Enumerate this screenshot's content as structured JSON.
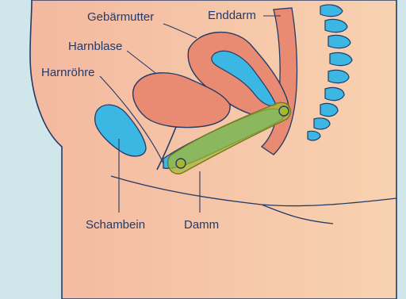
{
  "labels": {
    "uterus": "Gebärmutter",
    "rectum": "Enddarm",
    "bladder": "Harnblase",
    "urethra": "Harnröhre",
    "pubic_bone": "Schambein",
    "perineum": "Damm"
  },
  "colors": {
    "background": "#cfe6ea",
    "skin": "#f6cba8",
    "skin_shadow": "#eeb492",
    "organ": "#e98a73",
    "bone_blue": "#3cb7e4",
    "outline": "#243a66",
    "highlight_green": "#a6b832"
  }
}
